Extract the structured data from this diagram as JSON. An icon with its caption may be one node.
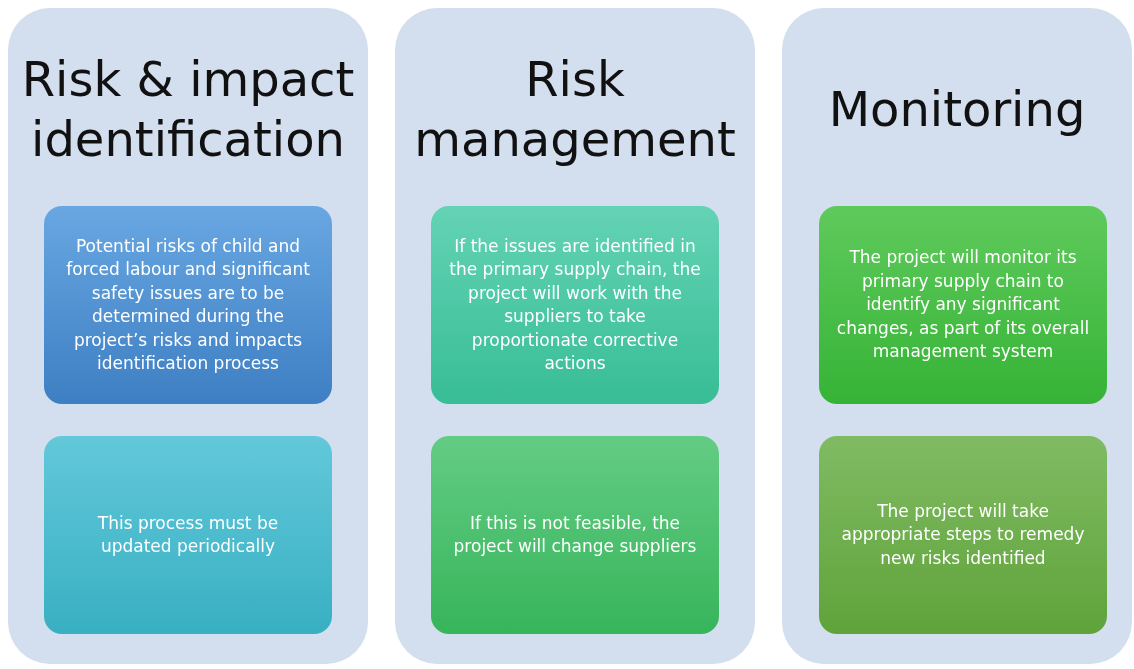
{
  "diagram": {
    "nodes": [
      {
        "text": [
          "Risk & impact identification"
        ]
      },
      {
        "text": [
          "Potential risks of child and forced labour and significant safety issues are to be determined during the project’s risks and impacts identification process"
        ],
        "in": 0
      },
      {
        "text": [
          "This process must be updated periodically"
        ],
        "in": 0
      },
      {
        "text": [
          "Risk management"
        ]
      },
      {
        "text": [
          "If the issues are identified in the primary supply chain, the project will work with the suppliers to take proportionate corrective actions"
        ],
        "in": 3
      },
      {
        "text": [
          "If this is not feasible, the project will change suppliers"
        ],
        "in": 3
      },
      {
        "text": [
          "Monitoring"
        ]
      },
      {
        "text": [
          "The project will monitor its primary supply chain to identify any significant changes, as part of its overall management system"
        ],
        "in": 6
      },
      {
        "text": [
          "The project will take appropriate steps to remedy new risks identified"
        ],
        "in": 6
      }
    ],
    "edges": []
  }
}
